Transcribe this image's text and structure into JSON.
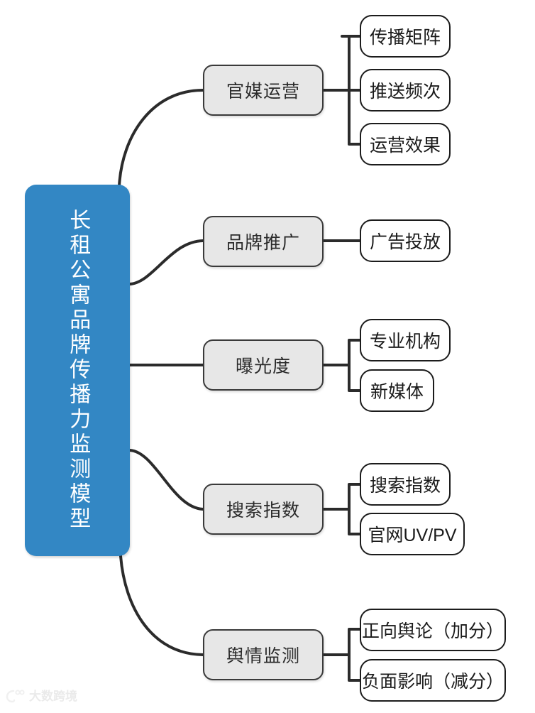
{
  "diagram": {
    "type": "mind-map",
    "title": "长租公寓品牌传播力监测模型",
    "root": {
      "label": "长租公寓品牌传播力监测模型",
      "fill_color": "#3387c4",
      "text_color": "#ffffff"
    },
    "branch_fill_color": "#e7e7e7",
    "leaf_fill_color": "#ffffff",
    "edge_color": "#2b2b2b",
    "branches": [
      {
        "label": "官媒运营",
        "children": [
          {
            "label": "传播矩阵"
          },
          {
            "label": "推送频次"
          },
          {
            "label": "运营效果"
          }
        ]
      },
      {
        "label": "品牌推广",
        "children": [
          {
            "label": "广告投放"
          }
        ]
      },
      {
        "label": "曝光度",
        "children": [
          {
            "label": "专业机构"
          },
          {
            "label": "新媒体"
          }
        ]
      },
      {
        "label": "搜索指数",
        "children": [
          {
            "label": "搜索指数"
          },
          {
            "label": "官网UV/PV"
          }
        ]
      },
      {
        "label": "舆情监测",
        "children": [
          {
            "label": "正向舆论（加分）"
          },
          {
            "label": "负面影响（减分）"
          }
        ]
      }
    ]
  },
  "watermark": {
    "text": "大数跨境",
    "logo_icon": "brand-logo-icon"
  }
}
